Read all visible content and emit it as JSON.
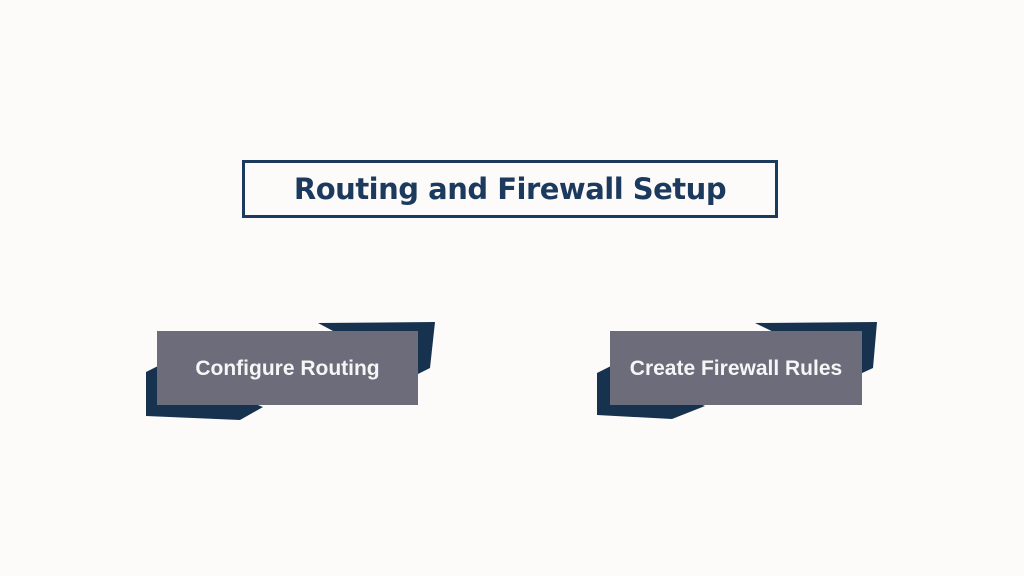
{
  "title": {
    "label": "Routing and Firewall Setup"
  },
  "nodes": [
    {
      "label": "Configure Routing"
    },
    {
      "label": "Create Firewall Rules"
    }
  ],
  "colors": {
    "background": "#fcfbf9",
    "ribbon_navy": "#16324e",
    "title_navy": "#1c3a5e",
    "node_plate_gray": "#6d6c7b",
    "node_text_white": "#f6f6f6"
  }
}
